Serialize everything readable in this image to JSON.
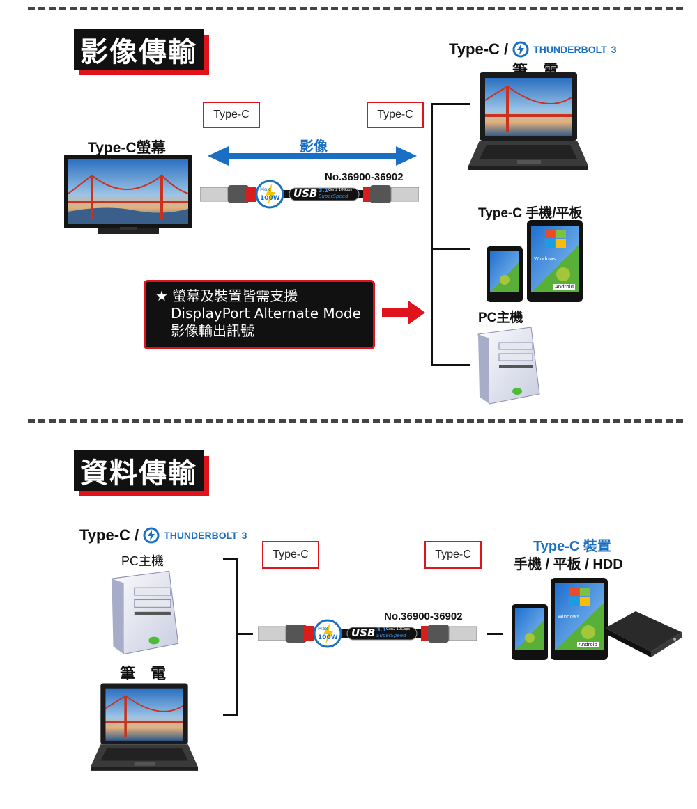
{
  "video_section": {
    "title": "影像傳輸",
    "left_tag": "Type-C",
    "right_tag": "Type-C",
    "arrow_label": "影像",
    "monitor_label": "Type-C螢幕",
    "cable_model": "No.36900-36902",
    "laptop_prefix": "Type-C /",
    "thunderbolt_text": "THUNDERBOLT",
    "thunderbolt_num": "3",
    "laptop_label": "筆　電",
    "phone_tablet_label": "Type-C 手機/平板",
    "pc_label": "PC主機",
    "notice_lines": [
      "★ 螢幕及裝置皆需支援",
      "DisplayPort Alternate Mode",
      "影像輸出訊號"
    ]
  },
  "data_section": {
    "title": "資料傳輸",
    "left_prefix": "Type-C /",
    "thunderbolt_text": "THUNDERBOLT",
    "thunderbolt_num": "3",
    "pc_label": "PC主機",
    "laptop_label": "筆　電",
    "left_tag": "Type-C",
    "right_tag": "Type-C",
    "cable_model": "No.36900-36902",
    "device_title": "Type-C 裝置",
    "device_subtitle": "手機 / 平板 / HDD"
  },
  "cable": {
    "badge_max": "Max",
    "badge_power": "100W",
    "usb_text": "USB",
    "usb_version": "3.1",
    "usb_gen": "Gen2 10Gbps",
    "usb_superspeed": "SuperSpeed"
  },
  "device_screen": {
    "windows": "Windows",
    "android": "Android"
  },
  "colors": {
    "accent_red": "#e0121b",
    "arrow_blue": "#1a6fc4",
    "banner_black": "#111111"
  }
}
